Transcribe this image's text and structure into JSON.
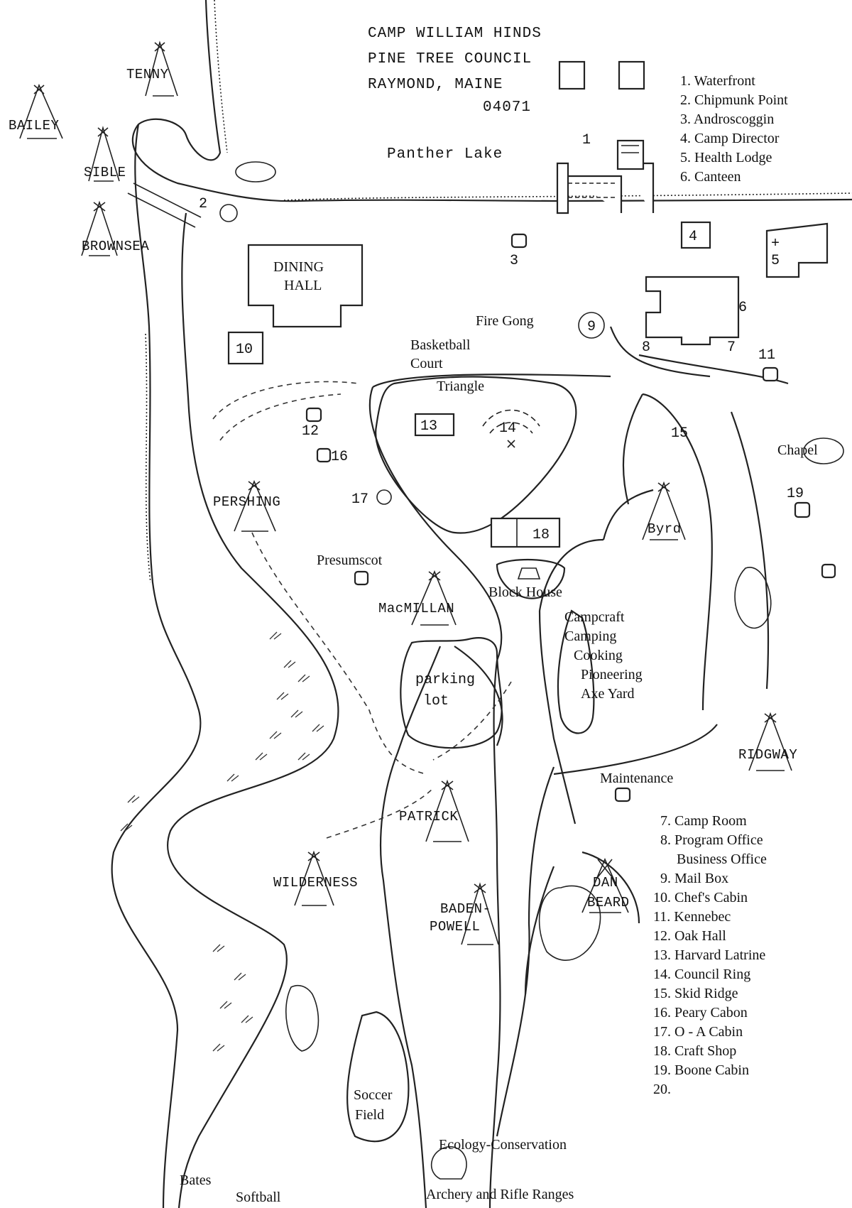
{
  "title": {
    "line1": "CAMP WILLIAM HINDS",
    "line2": "PINE TREE COUNCIL",
    "line3": "RAYMOND, MAINE",
    "zip": "04071"
  },
  "water": {
    "lake": "Panther Lake"
  },
  "campsites": {
    "tenny": "TENNY",
    "bailey": "BAILEY",
    "sible": "SIBLE",
    "brownsea": "BROWNSEA",
    "pershing": "PERSHING",
    "macmillan": "MacMILLAN",
    "byrd": "Byrd",
    "ridgway": "RIDGWAY",
    "patrick": "PATRICK",
    "wilderness": "WILDERNESS",
    "baden_line1": "BADEN-",
    "baden_line2": "POWELL",
    "danbeard_line1": "DAN",
    "danbeard_line2": "BEARD"
  },
  "places": {
    "dining_line1": "DINING",
    "dining_line2": "HALL",
    "fire_gong": "Fire Gong",
    "basketball_line1": "Basketball",
    "basketball_line2": "Court",
    "triangle": "Triangle",
    "chapel": "Chapel",
    "presumscot": "Presumscot",
    "block_house": "Block House",
    "parking_line1": "parking",
    "parking_line2": "lot",
    "campcraft": "Campcraft",
    "camping": "Camping",
    "cooking": "Cooking",
    "pioneering": "Pioneering",
    "axe_yard": "Axe Yard",
    "maintenance": "Maintenance",
    "soccer_line1": "Soccer",
    "soccer_line2": "Field",
    "ecology": "Ecology-Conservation",
    "bates": "Bates",
    "softball": "Softball",
    "ranges": "Archery and Rifle Ranges"
  },
  "markers": {
    "m1": "1",
    "m2": "2",
    "m3": "3",
    "m4": "4",
    "m5": "5",
    "m5plus": "+",
    "m6": "6",
    "m7": "7",
    "m8": "8",
    "m9": "9",
    "m10": "10",
    "m11": "11",
    "m12": "12",
    "m13": "13",
    "m14": "14",
    "m15": "15",
    "m16": "16",
    "m17": "17",
    "m18": "18",
    "m19": "19"
  },
  "legend_top": [
    "1. Waterfront",
    "2. Chipmunk Point",
    "3. Androscoggin",
    "4. Camp Director",
    "5. Health Lodge",
    "6. Canteen"
  ],
  "legend_bottom": [
    "7. Camp Room",
    "8. Program Office",
    "Business Office",
    "9. Mail Box",
    "10. Chef's Cabin",
    "11. Kennebec",
    "12. Oak Hall",
    "13. Harvard Latrine",
    "14. Council Ring",
    "15. Skid Ridge",
    "16. Peary Cabon",
    "17. O - A Cabin",
    "18. Craft Shop",
    "19. Boone Cabin",
    "20."
  ]
}
